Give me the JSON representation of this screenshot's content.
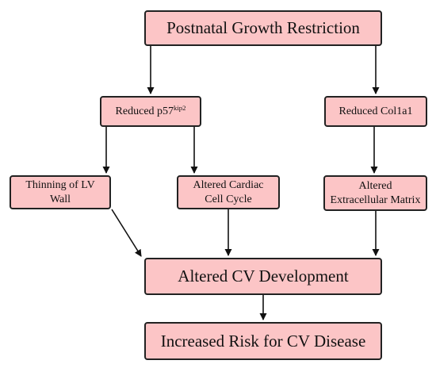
{
  "nodes": {
    "top": {
      "label": "Postnatal Growth Restriction"
    },
    "p57": {
      "label": "Reduced p57",
      "sup": "kip2"
    },
    "col": {
      "label": "Reduced Col1a1"
    },
    "thin": {
      "line1": "Thinning of LV",
      "line2": "Wall"
    },
    "cell": {
      "line1": "Altered Cardiac",
      "line2": "Cell Cycle"
    },
    "ecm": {
      "line1": "Altered",
      "line2": "Extracellular Matrix"
    },
    "cv": {
      "label": "Altered CV Development"
    },
    "risk": {
      "label": "Increased Risk for CV Disease"
    }
  },
  "edges": [
    {
      "from": "Postnatal Growth Restriction",
      "to": "Reduced p57kip2"
    },
    {
      "from": "Postnatal Growth Restriction",
      "to": "Reduced Col1a1"
    },
    {
      "from": "Reduced p57kip2",
      "to": "Thinning of LV Wall"
    },
    {
      "from": "Reduced p57kip2",
      "to": "Altered Cardiac Cell Cycle"
    },
    {
      "from": "Reduced Col1a1",
      "to": "Altered Extracellular Matrix"
    },
    {
      "from": "Thinning of LV Wall",
      "to": "Altered CV Development"
    },
    {
      "from": "Altered Cardiac Cell Cycle",
      "to": "Altered CV Development"
    },
    {
      "from": "Altered Extracellular Matrix",
      "to": "Altered CV Development"
    },
    {
      "from": "Altered CV Development",
      "to": "Increased Risk for CV Disease"
    }
  ],
  "colors": {
    "box_fill": "#fcc5c6",
    "box_border": "#222222",
    "arrow": "#111111"
  }
}
